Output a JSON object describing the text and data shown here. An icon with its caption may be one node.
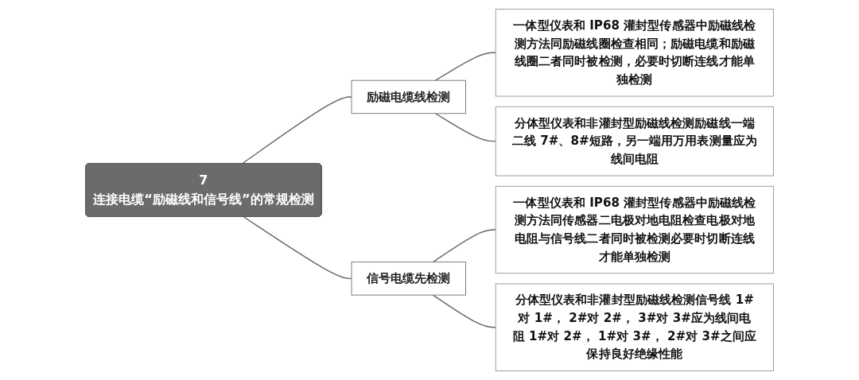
{
  "diagram": {
    "nodes": [
      {
        "text": [
          "7",
          "连接电缆“励磁线和信号线”的常规检测"
        ]
      },
      {
        "text": [
          "励磁电缆线检测"
        ]
      },
      {
        "text": [
          "一体型仪表和 IP68 灌封型传感器中励磁线检测方法同励磁线圈检查相同；励磁电缆和励磁线圈二者同时被检测，必要时切断连线才能单独检测"
        ]
      },
      {
        "text": [
          "分体型仪表和非灌封型励磁线检测励磁线一端二线 7#、8#短路，另一端用万用表测量应为线间电阻"
        ]
      },
      {
        "text": [
          "信号电缆先检测"
        ]
      },
      {
        "text": [
          "一体型仪表和 IP68 灌封型传感器中励磁线检测方法同传感器二电极对地电阻检查电极对地电阻与信号线二者同时被检测必要时切断连线才能单独检测"
        ]
      },
      {
        "text": [
          "分体型仪表和非灌封型励磁线检测信号线 1#对 1#， 2#对 2#， 3#对 3#应为线间电阻 1#对 2#， 1#对 3#， 2#对 3#之间应保持良好绝缘性能"
        ]
      }
    ],
    "edges": [
      {
        "from": 0,
        "to": 1,
        "arrow": "none"
      },
      {
        "from": 0,
        "to": 4,
        "arrow": "none"
      },
      {
        "from": 1,
        "to": 2,
        "arrow": "none"
      },
      {
        "from": 1,
        "to": 3,
        "arrow": "none"
      },
      {
        "from": 4,
        "to": 5,
        "arrow": "none"
      },
      {
        "from": 4,
        "to": 6,
        "arrow": "none"
      }
    ]
  }
}
